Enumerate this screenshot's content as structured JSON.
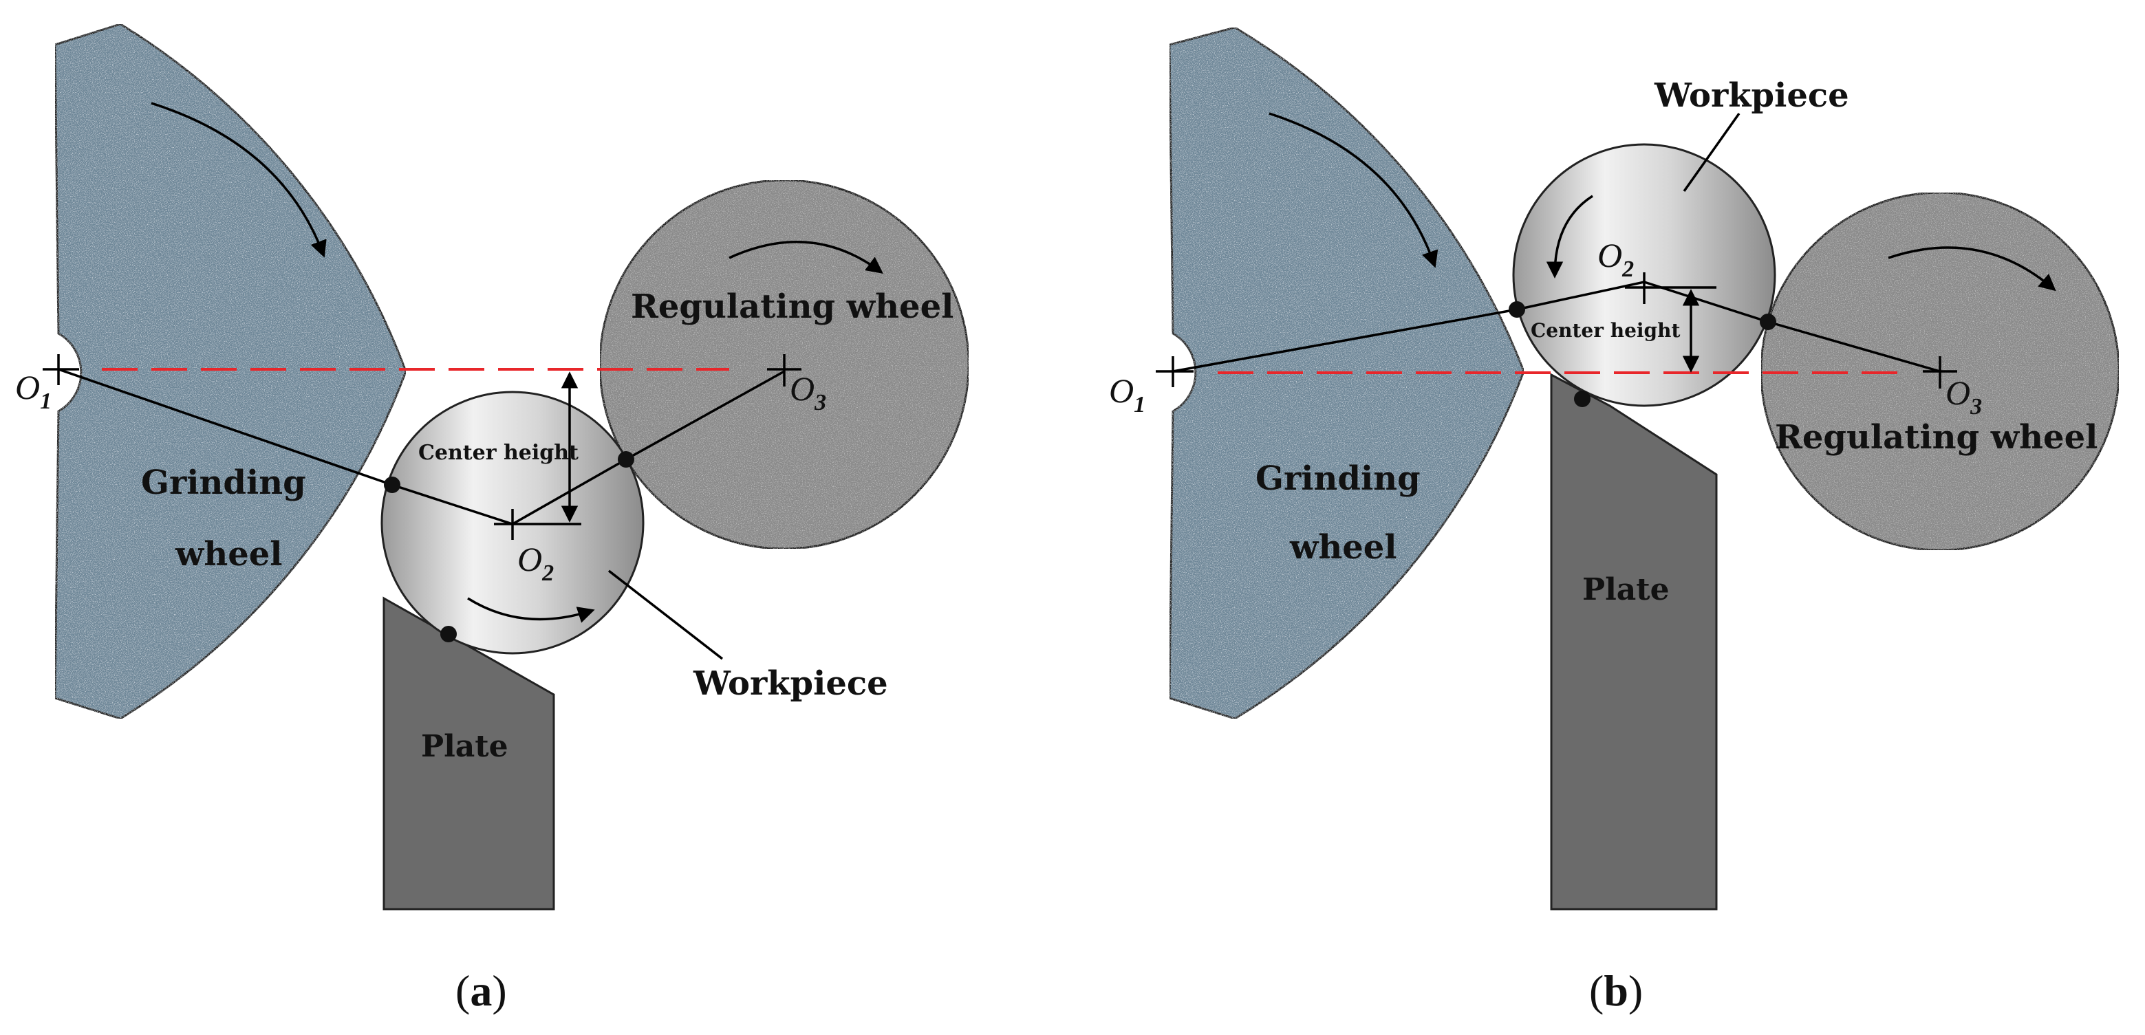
{
  "panel_a": {
    "grinding_wheel_line1": "Grinding",
    "grinding_wheel_line2": "wheel",
    "regulating_wheel": "Regulating wheel",
    "center_height": "Center height",
    "workpiece": "Workpiece",
    "plate": "Plate",
    "o1": "O",
    "o1_sub": "1",
    "o2": "O",
    "o2_sub": "2",
    "o3": "O",
    "o3_sub": "3",
    "caption_open": "(",
    "caption_letter": "a",
    "caption_close": ")"
  },
  "panel_b": {
    "grinding_wheel_line1": "Grinding",
    "grinding_wheel_line2": "wheel",
    "regulating_wheel": "Regulating wheel",
    "center_height": "Center height",
    "workpiece": "Workpiece",
    "plate": "Plate",
    "o1": "O",
    "o1_sub": "1",
    "o2": "O",
    "o2_sub": "2",
    "o3": "O",
    "o3_sub": "3",
    "caption_open": "(",
    "caption_letter": "b",
    "caption_close": ")"
  },
  "colors": {
    "grinding_wheel": "#6e8798",
    "regulating_wheel": "#8a8a8a",
    "workpiece_light": "#f2f2f2",
    "workpiece_dark": "#8f8f8f",
    "plate": "#6b6b6b",
    "center_line": "#e8262a"
  }
}
